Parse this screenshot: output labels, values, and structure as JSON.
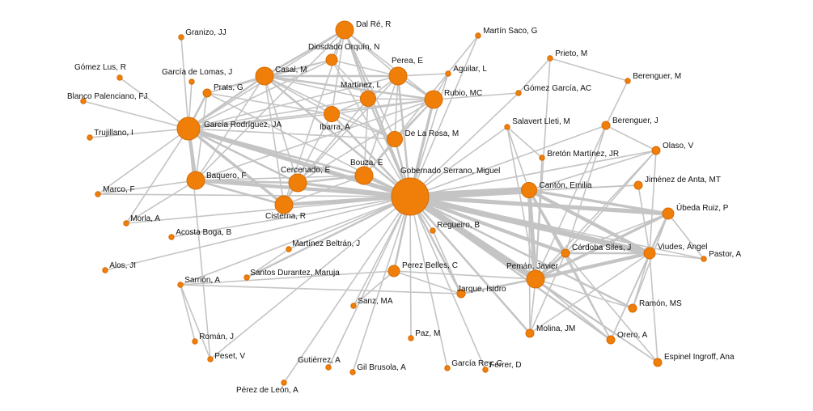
{
  "colors": {
    "node": "#f07f0a",
    "node_edge": "#d86a00",
    "edge": "#c4c4c4",
    "label": "#111111",
    "background": "#ffffff"
  },
  "nodes": [
    {
      "id": "gob",
      "label": "Gobernado Serrano, Miguel",
      "size": 10
    },
    {
      "id": "gar",
      "label": "García Rodríguez, JA",
      "size": 7
    },
    {
      "id": "pem",
      "label": "Pemán, Javier",
      "size": 5
    },
    {
      "id": "can",
      "label": "Cantón, Emilia",
      "size": 4
    },
    {
      "id": "cis",
      "label": "Cisterna, R",
      "size": 5
    },
    {
      "id": "baq",
      "label": "Baquero, F",
      "size": 5
    },
    {
      "id": "cer",
      "label": "Cercenado, E",
      "size": 5
    },
    {
      "id": "bou",
      "label": "Bouza, E",
      "size": 5
    },
    {
      "id": "rub",
      "label": "Rubio, MC",
      "size": 5
    },
    {
      "id": "per",
      "label": "Perea, E",
      "size": 5
    },
    {
      "id": "cas",
      "label": "Casal, M",
      "size": 5
    },
    {
      "id": "dal",
      "label": "Dal Ré, R",
      "size": 5
    },
    {
      "id": "mar",
      "label": "Martínez, L",
      "size": 4
    },
    {
      "id": "iba",
      "label": "Ibarra, A",
      "size": 4
    },
    {
      "id": "del",
      "label": "De La Rosa, M",
      "size": 4
    },
    {
      "id": "dio",
      "label": "Diosdado Orquín, N",
      "size": 3
    },
    {
      "id": "pra",
      "label": "Prats, G",
      "size": 2
    },
    {
      "id": "pbe",
      "label": "Perez Belles, C",
      "size": 3
    },
    {
      "id": "jaq",
      "label": "Jarque, Isidro",
      "size": 2
    },
    {
      "id": "cor",
      "label": "Córdoba Siles, J",
      "size": 2
    },
    {
      "id": "viu",
      "label": "Viudes, Ángel",
      "size": 3
    },
    {
      "id": "ube",
      "label": "Úbeda Ruiz, P",
      "size": 3
    },
    {
      "id": "mol",
      "label": "Molina, JM",
      "size": 2
    },
    {
      "id": "ore",
      "label": "Orero, A",
      "size": 2
    },
    {
      "id": "ram",
      "label": "Ramón, MS",
      "size": 2
    },
    {
      "id": "esp",
      "label": "Espinel Ingroff, Ana",
      "size": 2
    },
    {
      "id": "pas",
      "label": "Pastor, A",
      "size": 1
    },
    {
      "id": "jim",
      "label": "Jiménez de Anta, MT",
      "size": 2
    },
    {
      "id": "ola",
      "label": "Olaso, V",
      "size": 2
    },
    {
      "id": "bej",
      "label": "Berenguer, J",
      "size": 2
    },
    {
      "id": "bem",
      "label": "Berenguer, M",
      "size": 1
    },
    {
      "id": "pri",
      "label": "Prieto, M",
      "size": 1
    },
    {
      "id": "gga",
      "label": "Gómez García, AC",
      "size": 1
    },
    {
      "id": "agu",
      "label": "Aguilar, L",
      "size": 1
    },
    {
      "id": "msa",
      "label": "Martín Saco, G",
      "size": 1
    },
    {
      "id": "sal",
      "label": "Salavert Lleti, M",
      "size": 1
    },
    {
      "id": "bre",
      "label": "Bretón Martínez, JR",
      "size": 1
    },
    {
      "id": "reg",
      "label": "Regueiro, B",
      "size": 1
    },
    {
      "id": "mbe",
      "label": "Martínez Beltrán, J",
      "size": 1
    },
    {
      "id": "san",
      "label": "Santos Durantez, Maruja",
      "size": 1
    },
    {
      "id": "sar",
      "label": "Sarrión, A",
      "size": 1
    },
    {
      "id": "rom",
      "label": "Román, J",
      "size": 1
    },
    {
      "id": "pes",
      "label": "Peset, V",
      "size": 1
    },
    {
      "id": "pdl",
      "label": "Pérez de León, A",
      "size": 1
    },
    {
      "id": "gut",
      "label": "Gutiérrez, A",
      "size": 1
    },
    {
      "id": "gil",
      "label": "Gil Brusola, A",
      "size": 1
    },
    {
      "id": "sma",
      "label": "Sanz, MA",
      "size": 1
    },
    {
      "id": "paz",
      "label": "Paz, M",
      "size": 1
    },
    {
      "id": "grc",
      "label": "García Rey, C",
      "size": 1
    },
    {
      "id": "fer",
      "label": "Ferrer, D",
      "size": 1
    },
    {
      "id": "alo",
      "label": "Alos, JI",
      "size": 1
    },
    {
      "id": "aco",
      "label": "Acosta Boga, B",
      "size": 1
    },
    {
      "id": "mor",
      "label": "Morla, A",
      "size": 1
    },
    {
      "id": "mrc",
      "label": "Marco, F",
      "size": 1
    },
    {
      "id": "tru",
      "label": "Trujillano, I",
      "size": 1
    },
    {
      "id": "bla",
      "label": "Blanco Palenciano, FJ",
      "size": 1
    },
    {
      "id": "gom",
      "label": "Gómez Lus, R",
      "size": 1
    },
    {
      "id": "gdl",
      "label": "García de Lomas, J",
      "size": 1
    },
    {
      "id": "gra",
      "label": "Granizo, JJ",
      "size": 1
    }
  ],
  "edges": [
    [
      "gob",
      "can",
      9
    ],
    [
      "gob",
      "pem",
      8
    ],
    [
      "gob",
      "viu",
      7
    ],
    [
      "gob",
      "ube",
      5
    ],
    [
      "gob",
      "cor",
      4
    ],
    [
      "gob",
      "cis",
      4
    ],
    [
      "gob",
      "gar",
      5
    ],
    [
      "gob",
      "baq",
      4
    ],
    [
      "gob",
      "cer",
      3
    ],
    [
      "gob",
      "bou",
      3
    ],
    [
      "gob",
      "rub",
      3
    ],
    [
      "gob",
      "per",
      2
    ],
    [
      "gob",
      "cas",
      2
    ],
    [
      "gob",
      "dal",
      2
    ],
    [
      "gob",
      "mar",
      2
    ],
    [
      "gob",
      "iba",
      2
    ],
    [
      "gob",
      "del",
      2
    ],
    [
      "gob",
      "dio",
      1
    ],
    [
      "gob",
      "pra",
      1
    ],
    [
      "gob",
      "pbe",
      2
    ],
    [
      "gob",
      "jaq",
      2
    ],
    [
      "gob",
      "mol",
      2
    ],
    [
      "gob",
      "ore",
      2
    ],
    [
      "gob",
      "ram",
      2
    ],
    [
      "gob",
      "esp",
      1
    ],
    [
      "gob",
      "pas",
      1
    ],
    [
      "gob",
      "jim",
      1
    ],
    [
      "gob",
      "ola",
      1
    ],
    [
      "gob",
      "bej",
      1
    ],
    [
      "gob",
      "gga",
      1
    ],
    [
      "gob",
      "agu",
      1
    ],
    [
      "gob",
      "msa",
      1
    ],
    [
      "gob",
      "sal",
      1
    ],
    [
      "gob",
      "reg",
      1
    ],
    [
      "gob",
      "mbe",
      1
    ],
    [
      "gob",
      "san",
      2
    ],
    [
      "gob",
      "sar",
      1
    ],
    [
      "gob",
      "pes",
      1
    ],
    [
      "gob",
      "pdl",
      1
    ],
    [
      "gob",
      "gut",
      1
    ],
    [
      "gob",
      "gil",
      1
    ],
    [
      "gob",
      "sma",
      1
    ],
    [
      "gob",
      "paz",
      1
    ],
    [
      "gob",
      "grc",
      1
    ],
    [
      "gob",
      "fer",
      1
    ],
    [
      "gob",
      "alo",
      1
    ],
    [
      "gob",
      "aco",
      1
    ],
    [
      "gob",
      "mor",
      1
    ],
    [
      "gob",
      "mrc",
      1
    ],
    [
      "can",
      "pem",
      5
    ],
    [
      "can",
      "viu",
      4
    ],
    [
      "can",
      "ube",
      3
    ],
    [
      "can",
      "cor",
      3
    ],
    [
      "can",
      "jim",
      1
    ],
    [
      "can",
      "ola",
      1
    ],
    [
      "can",
      "mol",
      1
    ],
    [
      "can",
      "ore",
      1
    ],
    [
      "can",
      "sal",
      1
    ],
    [
      "pem",
      "viu",
      4
    ],
    [
      "pem",
      "cor",
      3
    ],
    [
      "pem",
      "ube",
      3
    ],
    [
      "pem",
      "jaq",
      2
    ],
    [
      "pem",
      "mol",
      1
    ],
    [
      "pem",
      "ore",
      1
    ],
    [
      "pem",
      "ram",
      1
    ],
    [
      "pem",
      "pbe",
      1
    ],
    [
      "pem",
      "bej",
      1
    ],
    [
      "pem",
      "ola",
      1
    ],
    [
      "pem",
      "bre",
      1
    ],
    [
      "pem",
      "pri",
      1
    ],
    [
      "pem",
      "esp",
      1
    ],
    [
      "pem",
      "sal",
      1
    ],
    [
      "viu",
      "cor",
      2
    ],
    [
      "viu",
      "ube",
      2
    ],
    [
      "viu",
      "pas",
      1
    ],
    [
      "viu",
      "ram",
      1
    ],
    [
      "viu",
      "ore",
      1
    ],
    [
      "viu",
      "jim",
      1
    ],
    [
      "viu",
      "ola",
      1
    ],
    [
      "viu",
      "esp",
      1
    ],
    [
      "viu",
      "mol",
      1
    ],
    [
      "ube",
      "cor",
      1
    ],
    [
      "ube",
      "ore",
      1
    ],
    [
      "ube",
      "pas",
      1
    ],
    [
      "ube",
      "ram",
      1
    ],
    [
      "cor",
      "ore",
      1
    ],
    [
      "cor",
      "mol",
      1
    ],
    [
      "cor",
      "esp",
      1
    ],
    [
      "cor",
      "bej",
      1
    ],
    [
      "cor",
      "ola",
      1
    ],
    [
      "bej",
      "bem",
      1
    ],
    [
      "bej",
      "ola",
      1
    ],
    [
      "pri",
      "bem",
      1
    ],
    [
      "pri",
      "gga",
      1
    ],
    [
      "gga",
      "rub",
      1
    ],
    [
      "agu",
      "per",
      1
    ],
    [
      "msa",
      "del",
      1
    ],
    [
      "pbe",
      "jaq",
      1
    ],
    [
      "pbe",
      "sar",
      1
    ],
    [
      "pbe",
      "sma",
      1
    ],
    [
      "jaq",
      "reg",
      1
    ],
    [
      "jaq",
      "sar",
      1
    ],
    [
      "sar",
      "rom",
      1
    ],
    [
      "sar",
      "pes",
      1
    ],
    [
      "gar",
      "baq",
      4
    ],
    [
      "gar",
      "cis",
      3
    ],
    [
      "gar",
      "cer",
      2
    ],
    [
      "gar",
      "bou",
      2
    ],
    [
      "gar",
      "cas",
      2
    ],
    [
      "gar",
      "pra",
      2
    ],
    [
      "gar",
      "per",
      1
    ],
    [
      "gar",
      "dal",
      1
    ],
    [
      "gar",
      "rub",
      1
    ],
    [
      "gar",
      "mar",
      1
    ],
    [
      "gar",
      "iba",
      1
    ],
    [
      "gar",
      "del",
      1
    ],
    [
      "gar",
      "dio",
      1
    ],
    [
      "gar",
      "tru",
      1
    ],
    [
      "gar",
      "bla",
      1
    ],
    [
      "gar",
      "gom",
      1
    ],
    [
      "gar",
      "gdl",
      1
    ],
    [
      "gar",
      "gra",
      1
    ],
    [
      "gar",
      "mrc",
      1
    ],
    [
      "gar",
      "pes",
      1
    ],
    [
      "gar",
      "mor",
      1
    ],
    [
      "baq",
      "cis",
      2
    ],
    [
      "baq",
      "cer",
      2
    ],
    [
      "baq",
      "bou",
      1
    ],
    [
      "baq",
      "cas",
      1
    ],
    [
      "baq",
      "dal",
      1
    ],
    [
      "baq",
      "mrc",
      1
    ],
    [
      "baq",
      "mor",
      1
    ],
    [
      "baq",
      "pra",
      1
    ],
    [
      "baq",
      "rub",
      1
    ],
    [
      "cer",
      "bou",
      2
    ],
    [
      "cer",
      "cis",
      1
    ],
    [
      "cer",
      "cas",
      1
    ],
    [
      "cer",
      "rub",
      1
    ],
    [
      "cer",
      "mar",
      1
    ],
    [
      "cer",
      "per",
      1
    ],
    [
      "cis",
      "bou",
      1
    ],
    [
      "cis",
      "cas",
      1
    ],
    [
      "cis",
      "dal",
      1
    ],
    [
      "cis",
      "iba",
      1
    ],
    [
      "bou",
      "rub",
      1
    ],
    [
      "bou",
      "per",
      1
    ],
    [
      "bou",
      "mar",
      1
    ],
    [
      "bou",
      "del",
      1
    ],
    [
      "cas",
      "dal",
      2
    ],
    [
      "cas",
      "per",
      2
    ],
    [
      "cas",
      "rub",
      2
    ],
    [
      "cas",
      "mar",
      1
    ],
    [
      "cas",
      "dio",
      1
    ],
    [
      "cas",
      "pra",
      1
    ],
    [
      "cas",
      "iba",
      1
    ],
    [
      "cas",
      "del",
      1
    ],
    [
      "dal",
      "per",
      1
    ],
    [
      "dal",
      "rub",
      1
    ],
    [
      "dal",
      "mar",
      1
    ],
    [
      "dal",
      "dio",
      1
    ],
    [
      "dal",
      "iba",
      1
    ],
    [
      "dal",
      "del",
      1
    ],
    [
      "per",
      "rub",
      2
    ],
    [
      "per",
      "mar",
      1
    ],
    [
      "per",
      "dio",
      1
    ],
    [
      "per",
      "del",
      1
    ],
    [
      "rub",
      "mar",
      1
    ],
    [
      "rub",
      "del",
      1
    ],
    [
      "rub",
      "iba",
      1
    ],
    [
      "rub",
      "agu",
      1
    ],
    [
      "mar",
      "iba",
      1
    ],
    [
      "mar",
      "dio",
      1
    ],
    [
      "iba",
      "del",
      1
    ],
    [
      "dio",
      "pra",
      1
    ],
    [
      "pra",
      "iba",
      1
    ],
    [
      "mbe",
      "san",
      1
    ],
    [
      "sal",
      "bre",
      1
    ]
  ]
}
